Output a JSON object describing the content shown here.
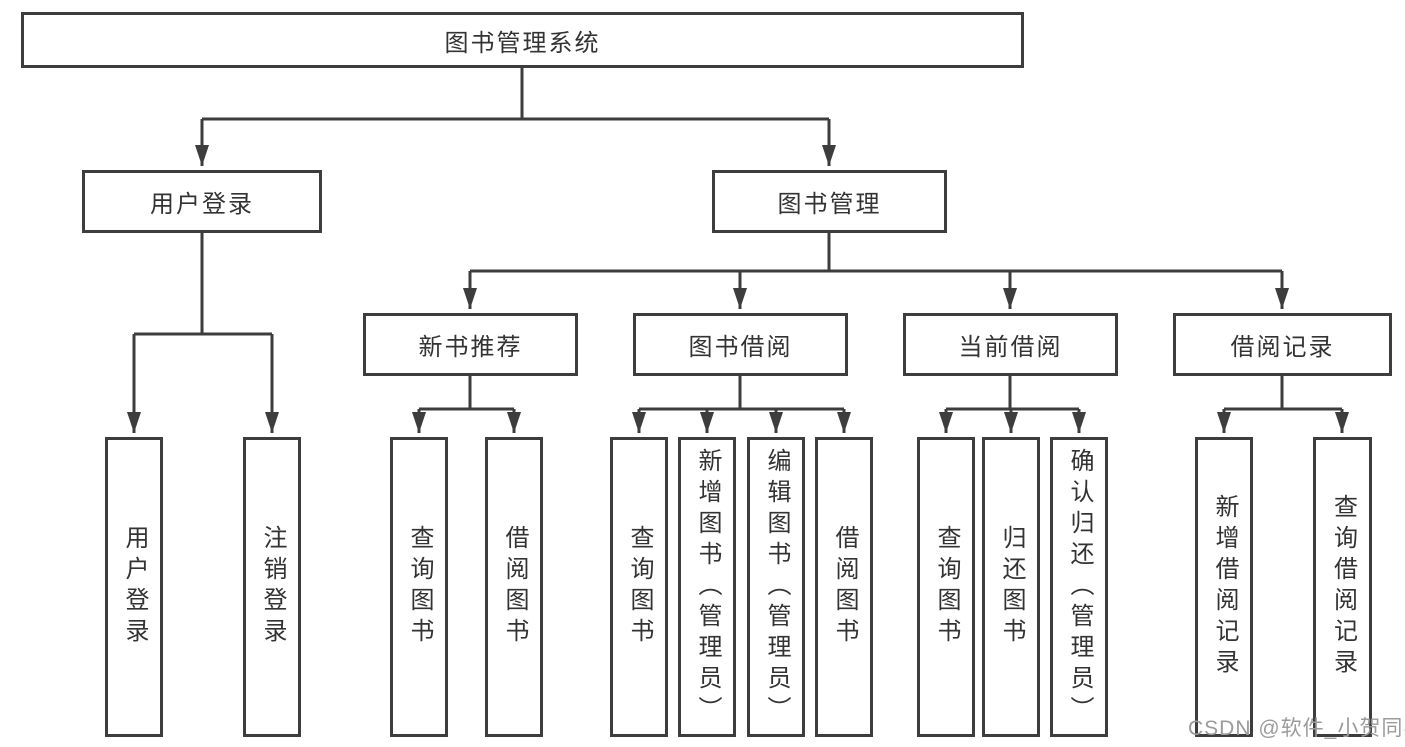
{
  "diagram": {
    "title_node": {
      "label": "图书管理系统"
    },
    "level2": [
      {
        "label": "用户登录"
      },
      {
        "label": "图书管理"
      }
    ],
    "level3": [
      {
        "label": "新书推荐"
      },
      {
        "label": "图书借阅"
      },
      {
        "label": "当前借阅"
      },
      {
        "label": "借阅记录"
      }
    ],
    "leaves": [
      {
        "label": "用户登录"
      },
      {
        "label": "注销登录"
      },
      {
        "label": "查询图书"
      },
      {
        "label": "借阅图书"
      },
      {
        "label": "查询图书"
      },
      {
        "label": "新增图书（管理员）"
      },
      {
        "label": "编辑图书（管理员）"
      },
      {
        "label": "借阅图书"
      },
      {
        "label": "查询图书"
      },
      {
        "label": "归还图书"
      },
      {
        "label": "确认归还（管理员）"
      },
      {
        "label": "新增借阅记录"
      },
      {
        "label": "查询借阅记录"
      }
    ],
    "colors": {
      "line": "#3d3d3d",
      "text": "#333333",
      "background": "#ffffff",
      "watermark": "#9b9b9b"
    }
  },
  "watermark": {
    "text": "CSDN @软件_小贺同学"
  }
}
